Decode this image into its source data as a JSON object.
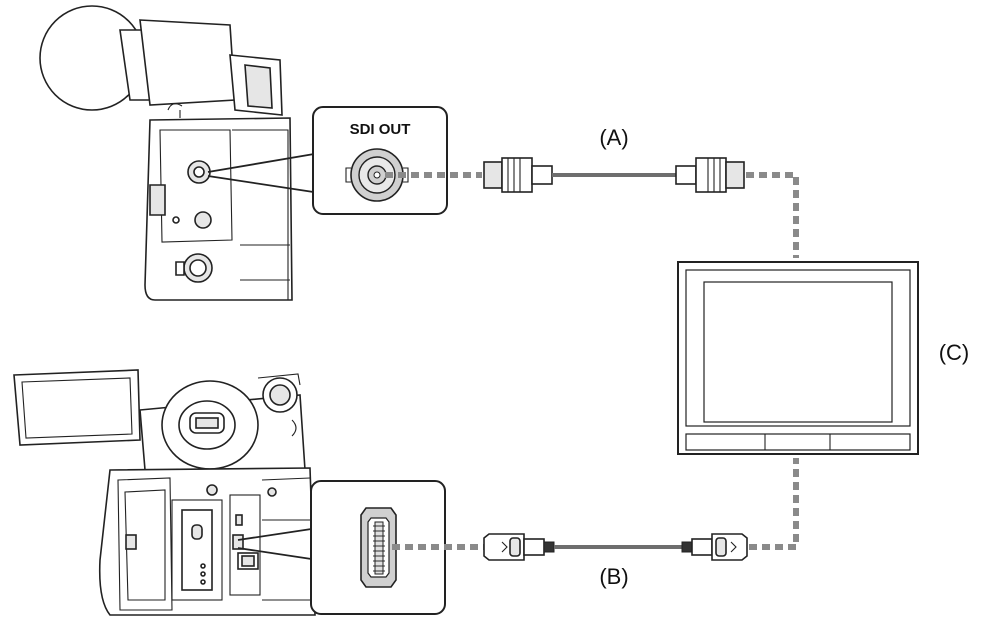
{
  "callouts": {
    "sdi_label": "SDI OUT"
  },
  "labels": {
    "a": "(A)",
    "b": "(B)",
    "c": "(C)"
  },
  "colors": {
    "line": "#222222",
    "dashed_connection": "#8a8a8a",
    "cable": "#6e6e6e",
    "port_fill": "#cfcfcf"
  }
}
